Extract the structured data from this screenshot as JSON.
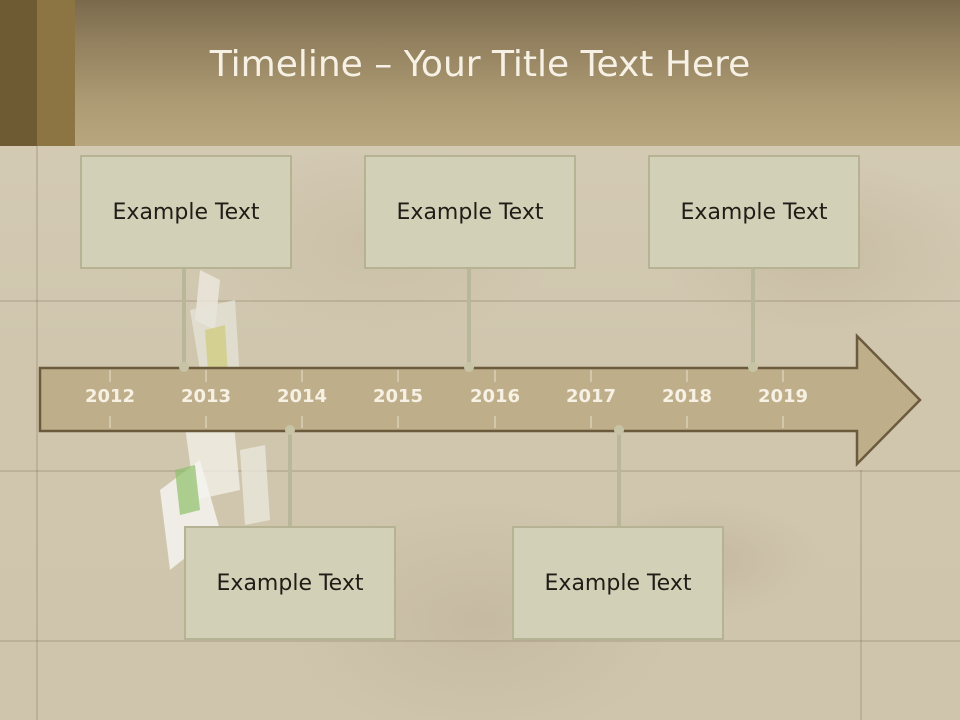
{
  "slide": {
    "title": "Timeline – Your Title Text Here"
  },
  "timeline": {
    "years": [
      "2012",
      "2013",
      "2014",
      "2015",
      "2016",
      "2017",
      "2018",
      "2019"
    ],
    "events_top": [
      {
        "text": "Example Text"
      },
      {
        "text": "Example Text"
      },
      {
        "text": "Example Text"
      }
    ],
    "events_bottom": [
      {
        "text": "Example Text"
      },
      {
        "text": "Example Text"
      }
    ]
  },
  "colors": {
    "header": "#b8a67e",
    "arrow_fill": "#bfae8a",
    "arrow_stroke": "#6b5a3b",
    "box_fill": "#d3d0b8",
    "connector": "#b9b79a"
  }
}
